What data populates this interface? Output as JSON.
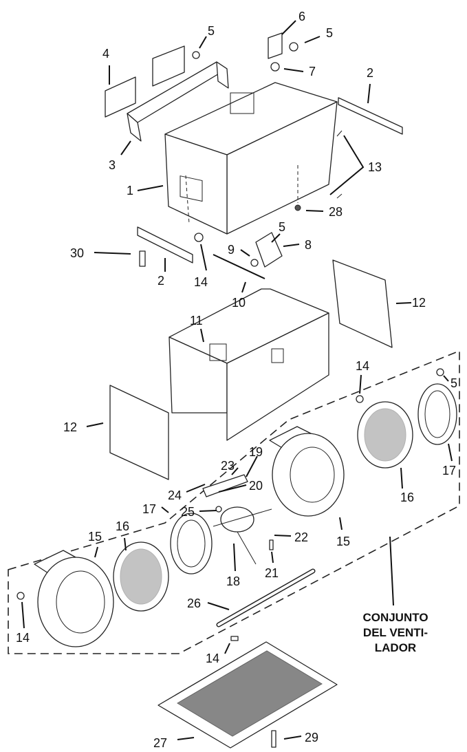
{
  "assembly_caption": [
    "CONJUNTO",
    "DEL VENTI-",
    "LADOR"
  ],
  "callouts": [
    {
      "id": "c6",
      "text": "6"
    },
    {
      "id": "c5a",
      "text": "5"
    },
    {
      "id": "c5b",
      "text": "5"
    },
    {
      "id": "c4",
      "text": "4"
    },
    {
      "id": "c7",
      "text": "7"
    },
    {
      "id": "c2a",
      "text": "2"
    },
    {
      "id": "c3",
      "text": "3"
    },
    {
      "id": "c13",
      "text": "13"
    },
    {
      "id": "c1",
      "text": "1"
    },
    {
      "id": "c28",
      "text": "28"
    },
    {
      "id": "c5c",
      "text": "5"
    },
    {
      "id": "c8",
      "text": "8"
    },
    {
      "id": "c9",
      "text": "9"
    },
    {
      "id": "c30",
      "text": "30"
    },
    {
      "id": "c2b",
      "text": "2"
    },
    {
      "id": "c14a",
      "text": "14"
    },
    {
      "id": "c10",
      "text": "10"
    },
    {
      "id": "c12a",
      "text": "12"
    },
    {
      "id": "c11",
      "text": "11"
    },
    {
      "id": "c14b",
      "text": "14"
    },
    {
      "id": "c5d",
      "text": "5"
    },
    {
      "id": "c12b",
      "text": "12"
    },
    {
      "id": "c23",
      "text": "23"
    },
    {
      "id": "c19",
      "text": "19"
    },
    {
      "id": "c17a",
      "text": "17"
    },
    {
      "id": "c24",
      "text": "24"
    },
    {
      "id": "c20",
      "text": "20"
    },
    {
      "id": "c16a",
      "text": "16"
    },
    {
      "id": "c17b",
      "text": "17"
    },
    {
      "id": "c25",
      "text": "25"
    },
    {
      "id": "c15a",
      "text": "15"
    },
    {
      "id": "c16b",
      "text": "16"
    },
    {
      "id": "c22",
      "text": "22"
    },
    {
      "id": "c15b",
      "text": "15"
    },
    {
      "id": "c21",
      "text": "21"
    },
    {
      "id": "c18",
      "text": "18"
    },
    {
      "id": "c26",
      "text": "26"
    },
    {
      "id": "c14c",
      "text": "14"
    },
    {
      "id": "c14d",
      "text": "14"
    },
    {
      "id": "c29",
      "text": "29"
    },
    {
      "id": "c27",
      "text": "27"
    }
  ]
}
